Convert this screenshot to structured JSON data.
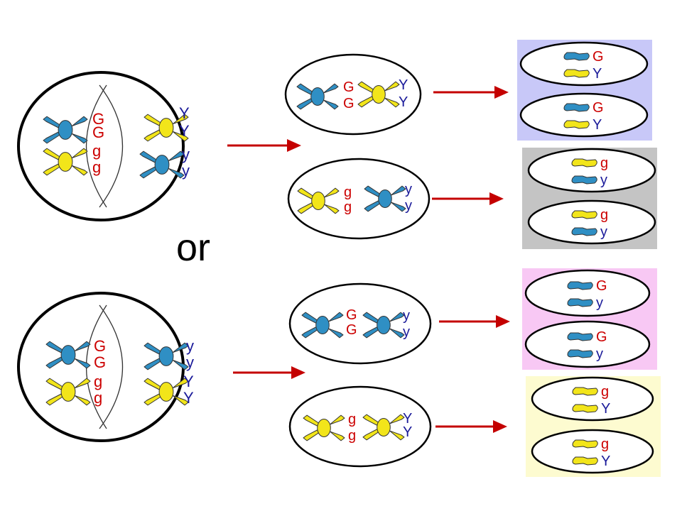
{
  "or_label": "or",
  "colors": {
    "dominant_allele": "#cc0000",
    "recessive_allele": "#cc0000",
    "Y_allele": "#1b1b9a",
    "y_allele": "#1b1b9a",
    "chrom_blue": "#2f8fc4",
    "chrom_yellow": "#f2e51a",
    "arrow": "#c40000",
    "box_lavender": "#c8c8f8",
    "box_gray": "#c4c4c4",
    "box_pink": "#f8c8f4",
    "box_cream": "#fdfbd0"
  },
  "parent_cells": [
    {
      "id": "top",
      "pairs": [
        {
          "color": "chrom_blue",
          "alleles": [
            "G",
            "G"
          ]
        },
        {
          "color": "chrom_yellow",
          "alleles": [
            "Y",
            "Y"
          ]
        },
        {
          "color": "chrom_yellow",
          "alleles": [
            "g",
            "g"
          ]
        },
        {
          "color": "chrom_blue",
          "alleles": [
            "y",
            "y"
          ]
        }
      ]
    },
    {
      "id": "bottom",
      "pairs": [
        {
          "color": "chrom_blue",
          "alleles": [
            "G",
            "G"
          ]
        },
        {
          "color": "chrom_blue",
          "alleles": [
            "y",
            "y"
          ]
        },
        {
          "color": "chrom_yellow",
          "alleles": [
            "g",
            "g"
          ]
        },
        {
          "color": "chrom_yellow",
          "alleles": [
            "Y",
            "Y"
          ]
        }
      ]
    }
  ],
  "daughter_cells": [
    {
      "pairs": [
        {
          "color": "chrom_blue",
          "alleles": [
            "G",
            "G"
          ]
        },
        {
          "color": "chrom_yellow",
          "alleles": [
            "Y",
            "Y"
          ]
        }
      ]
    },
    {
      "pairs": [
        {
          "color": "chrom_yellow",
          "alleles": [
            "g",
            "g"
          ]
        },
        {
          "color": "chrom_blue",
          "alleles": [
            "y",
            "y"
          ]
        }
      ]
    },
    {
      "pairs": [
        {
          "color": "chrom_blue",
          "alleles": [
            "G",
            "G"
          ]
        },
        {
          "color": "chrom_blue",
          "alleles": [
            "y",
            "y"
          ]
        }
      ]
    },
    {
      "pairs": [
        {
          "color": "chrom_yellow",
          "alleles": [
            "g",
            "g"
          ]
        },
        {
          "color": "chrom_yellow",
          "alleles": [
            "Y",
            "Y"
          ]
        }
      ]
    }
  ],
  "gamete_groups": [
    {
      "box_color": "box_lavender",
      "gametes": [
        [
          {
            "color": "chrom_blue",
            "allele": "G"
          },
          {
            "color": "chrom_yellow",
            "allele": "Y"
          }
        ],
        [
          {
            "color": "chrom_blue",
            "allele": "G"
          },
          {
            "color": "chrom_yellow",
            "allele": "Y"
          }
        ]
      ]
    },
    {
      "box_color": "box_gray",
      "gametes": [
        [
          {
            "color": "chrom_yellow",
            "allele": "g"
          },
          {
            "color": "chrom_blue",
            "allele": "y"
          }
        ],
        [
          {
            "color": "chrom_yellow",
            "allele": "g"
          },
          {
            "color": "chrom_blue",
            "allele": "y"
          }
        ]
      ]
    },
    {
      "box_color": "box_pink",
      "gametes": [
        [
          {
            "color": "chrom_blue",
            "allele": "G"
          },
          {
            "color": "chrom_blue",
            "allele": "y"
          }
        ],
        [
          {
            "color": "chrom_blue",
            "allele": "G"
          },
          {
            "color": "chrom_blue",
            "allele": "y"
          }
        ]
      ]
    },
    {
      "box_color": "box_cream",
      "gametes": [
        [
          {
            "color": "chrom_yellow",
            "allele": "g"
          },
          {
            "color": "chrom_yellow",
            "allele": "Y"
          }
        ],
        [
          {
            "color": "chrom_yellow",
            "allele": "g"
          },
          {
            "color": "chrom_yellow",
            "allele": "Y"
          }
        ]
      ]
    }
  ]
}
